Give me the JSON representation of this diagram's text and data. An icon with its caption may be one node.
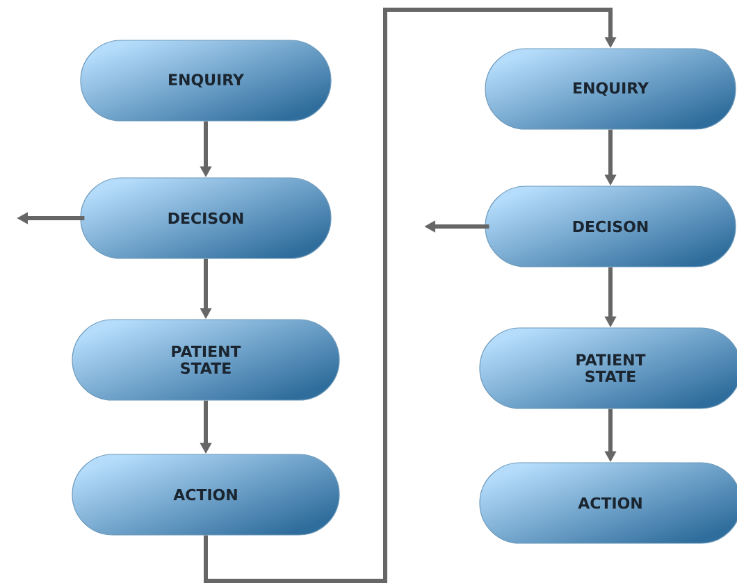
{
  "diagram": {
    "nodes": [
      {
        "text": [
          "ENQUIRY"
        ]
      },
      {
        "text": [
          "DECISON"
        ]
      },
      {
        "text": [
          "PATIENT STATE"
        ]
      },
      {
        "text": [
          "ACTION"
        ]
      },
      {
        "text": [
          "ENQUIRY"
        ]
      },
      {
        "text": [
          "DECISON"
        ]
      },
      {
        "text": [
          "PATIENT STATE"
        ]
      },
      {
        "text": [
          "ACTION"
        ]
      }
    ],
    "edges": [
      {
        "from": 0,
        "to": 1,
        "arrow": "to"
      },
      {
        "from": 1,
        "to": null,
        "arrow": "to"
      },
      {
        "from": 1,
        "to": 2,
        "arrow": "to"
      },
      {
        "from": 2,
        "to": 3,
        "arrow": "to"
      },
      {
        "from": 3,
        "to": 4,
        "arrow": "to"
      },
      {
        "from": 4,
        "to": 5,
        "arrow": "to"
      },
      {
        "from": 5,
        "to": null,
        "arrow": "to"
      },
      {
        "from": 5,
        "to": 6,
        "arrow": "to"
      },
      {
        "from": 6,
        "to": 7,
        "arrow": "to"
      }
    ]
  }
}
